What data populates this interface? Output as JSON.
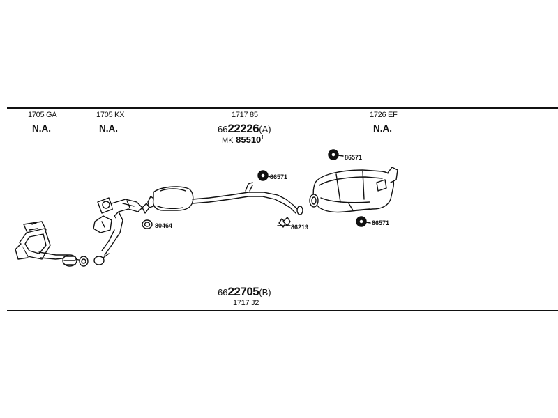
{
  "columns": [
    {
      "code": "1705 GA",
      "status": "N.A."
    },
    {
      "code": "1705 KX",
      "status": "N.A."
    },
    {
      "code": "1717 85"
    },
    {
      "code": "1726 EF",
      "status": "N.A."
    }
  ],
  "upper_part": {
    "prefix": "66",
    "number": "22226",
    "suffix": "(A)"
  },
  "mk_part": {
    "label": "MK",
    "number": "85510",
    "mark": "1"
  },
  "lower_part": {
    "prefix": "66",
    "number": "22705",
    "suffix": "(B)",
    "code": "1717 J2"
  },
  "callouts": {
    "clamp_pipe": "86571",
    "clamp_muffler_top": "86571",
    "clamp_muffler_bottom": "86571",
    "ring": "80464",
    "hanger": "86219"
  }
}
